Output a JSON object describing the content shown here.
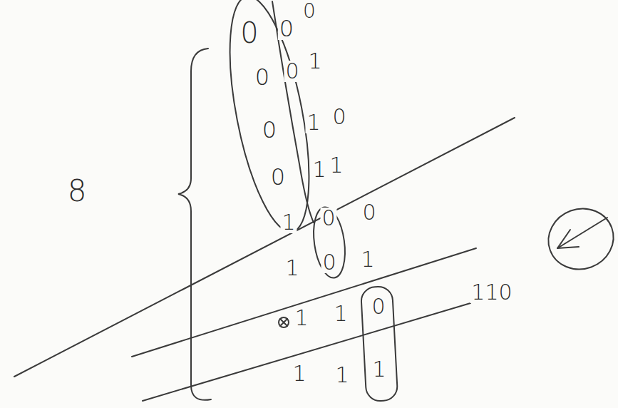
{
  "diagram": {
    "labels": [
      "8",
      "0",
      "0",
      "0",
      "0",
      "0",
      "1",
      "0",
      "1",
      "0",
      "0",
      "1",
      "1",
      "1",
      "0",
      "0",
      "1",
      "0",
      "1",
      "1",
      "1",
      "0",
      "1",
      "1",
      "1",
      "110"
    ]
  }
}
